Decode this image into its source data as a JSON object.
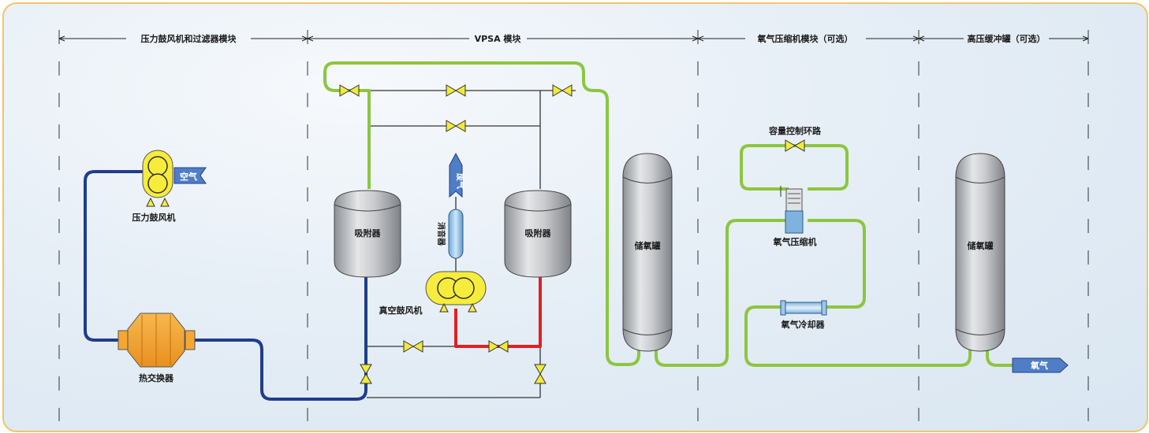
{
  "sections": {
    "blower_filter": "压力鼓风机和过滤器模块",
    "vpsa": "VPSA 模块",
    "compressor": "氧气压缩机模块（可选）",
    "buffer_tank": "高压缓冲罐（可选）"
  },
  "labels": {
    "air": "空气",
    "pressure_blower": "压力鼓风机",
    "heat_exchanger": "热交换器",
    "adsorber": "吸附器",
    "muffler": "消音器",
    "waste_gas": "废气",
    "vacuum_blower": "真空鼓风机",
    "oxygen_tank": "储氧罐",
    "capacity_loop": "容量控制环路",
    "oxygen_compressor": "氧气压缩机",
    "oxygen_cooler": "氧气冷却器",
    "oxygen": "氧气"
  },
  "colors": {
    "air_line": "#1f3d8c",
    "oxygen_line": "#8cc63f",
    "vacuum_line": "#e02020",
    "valve": "#f2ea3a",
    "equipment_yellow": "#f7ec3c",
    "heat_exchanger": "#f5a733",
    "vessel_gray": "#b9bcc0",
    "frame": "#f2c46a"
  }
}
